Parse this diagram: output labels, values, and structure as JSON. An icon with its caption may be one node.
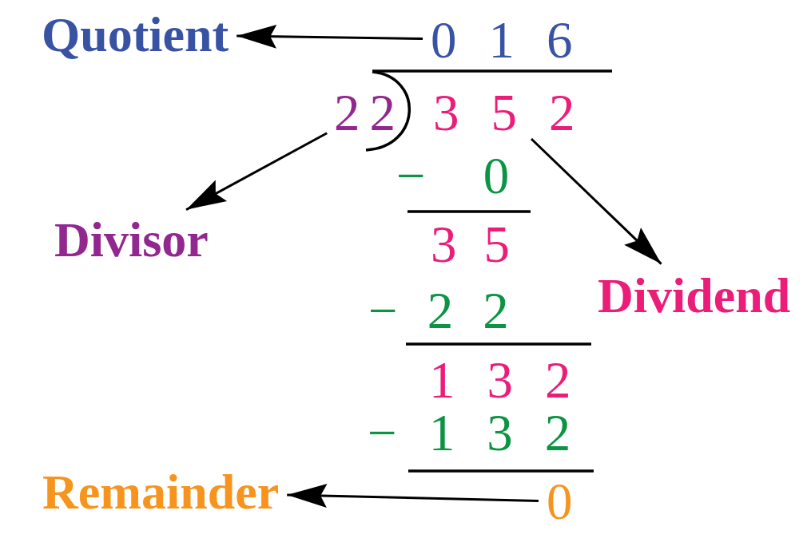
{
  "diagram": {
    "nodes": [
      {
        "text": [
          "Quotient"
        ]
      },
      {
        "text": [
          "016"
        ]
      },
      {
        "text": [
          "22"
        ]
      },
      {
        "text": [
          "352"
        ]
      },
      {
        "text": [
          "Divisor"
        ]
      },
      {
        "text": [
          "Dividend"
        ]
      },
      {
        "text": [
          "Remainder"
        ]
      },
      {
        "text": [
          "0"
        ]
      }
    ],
    "edges": [
      {
        "from": 1,
        "to": 0,
        "arrow": "to"
      },
      {
        "from": 2,
        "to": 4,
        "arrow": "to"
      },
      {
        "from": 3,
        "to": 5,
        "arrow": "to"
      },
      {
        "from": 7,
        "to": 6,
        "arrow": "to"
      }
    ],
    "labels": [
      "−0",
      "35",
      "−22",
      "132",
      "−132"
    ]
  }
}
